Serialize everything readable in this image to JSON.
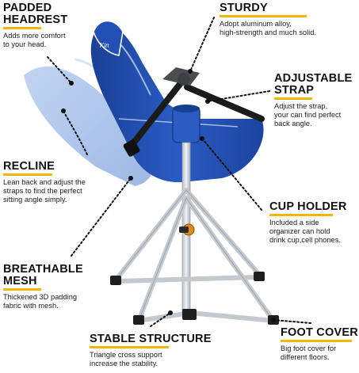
{
  "colors": {
    "accent": "#f2b705",
    "seat_blue": "#1f4fae",
    "frame_silver": "#cfd4da"
  },
  "features": {
    "padded_headrest": {
      "title_line1": "PADDED",
      "title_line2": "HEADREST",
      "desc_line1": "Adds more comfort",
      "desc_line2": "to your head."
    },
    "sturdy": {
      "title": "STURDY",
      "desc_line1": "Adopt  aluminum alloy,",
      "desc_line2": "high-strength and much solid."
    },
    "adjustable_strap": {
      "title_line1": "ADJUSTABLE",
      "title_line2": "STRAP",
      "desc_line1": "Adjust the strap,",
      "desc_line2": "your can find perfect",
      "desc_line3": "back angle."
    },
    "recline": {
      "title": "RECLINE",
      "desc_line1": "Lean back and adjust the",
      "desc_line2": "straps to find the perfect",
      "desc_line3": "sitting angle simply."
    },
    "cup_holder": {
      "title": "CUP HOLDER",
      "desc_line1": "Included a side",
      "desc_line2": "organizer can hold",
      "desc_line3": "drink cup,cell phones."
    },
    "breathable_mesh": {
      "title_line1": "BREATHABLE",
      "title_line2": "MESH",
      "desc_line1": "Thickened 3D padding",
      "desc_line2": "fabric with mesh."
    },
    "stable_structure": {
      "title": "STABLE STRUCTURE",
      "desc_line1": "Triangle cross support",
      "desc_line2": "increase the stability."
    },
    "foot_cover": {
      "title": "FOOT COVER",
      "desc_line1": "Big foot cover for",
      "desc_line2": "different floors."
    }
  }
}
